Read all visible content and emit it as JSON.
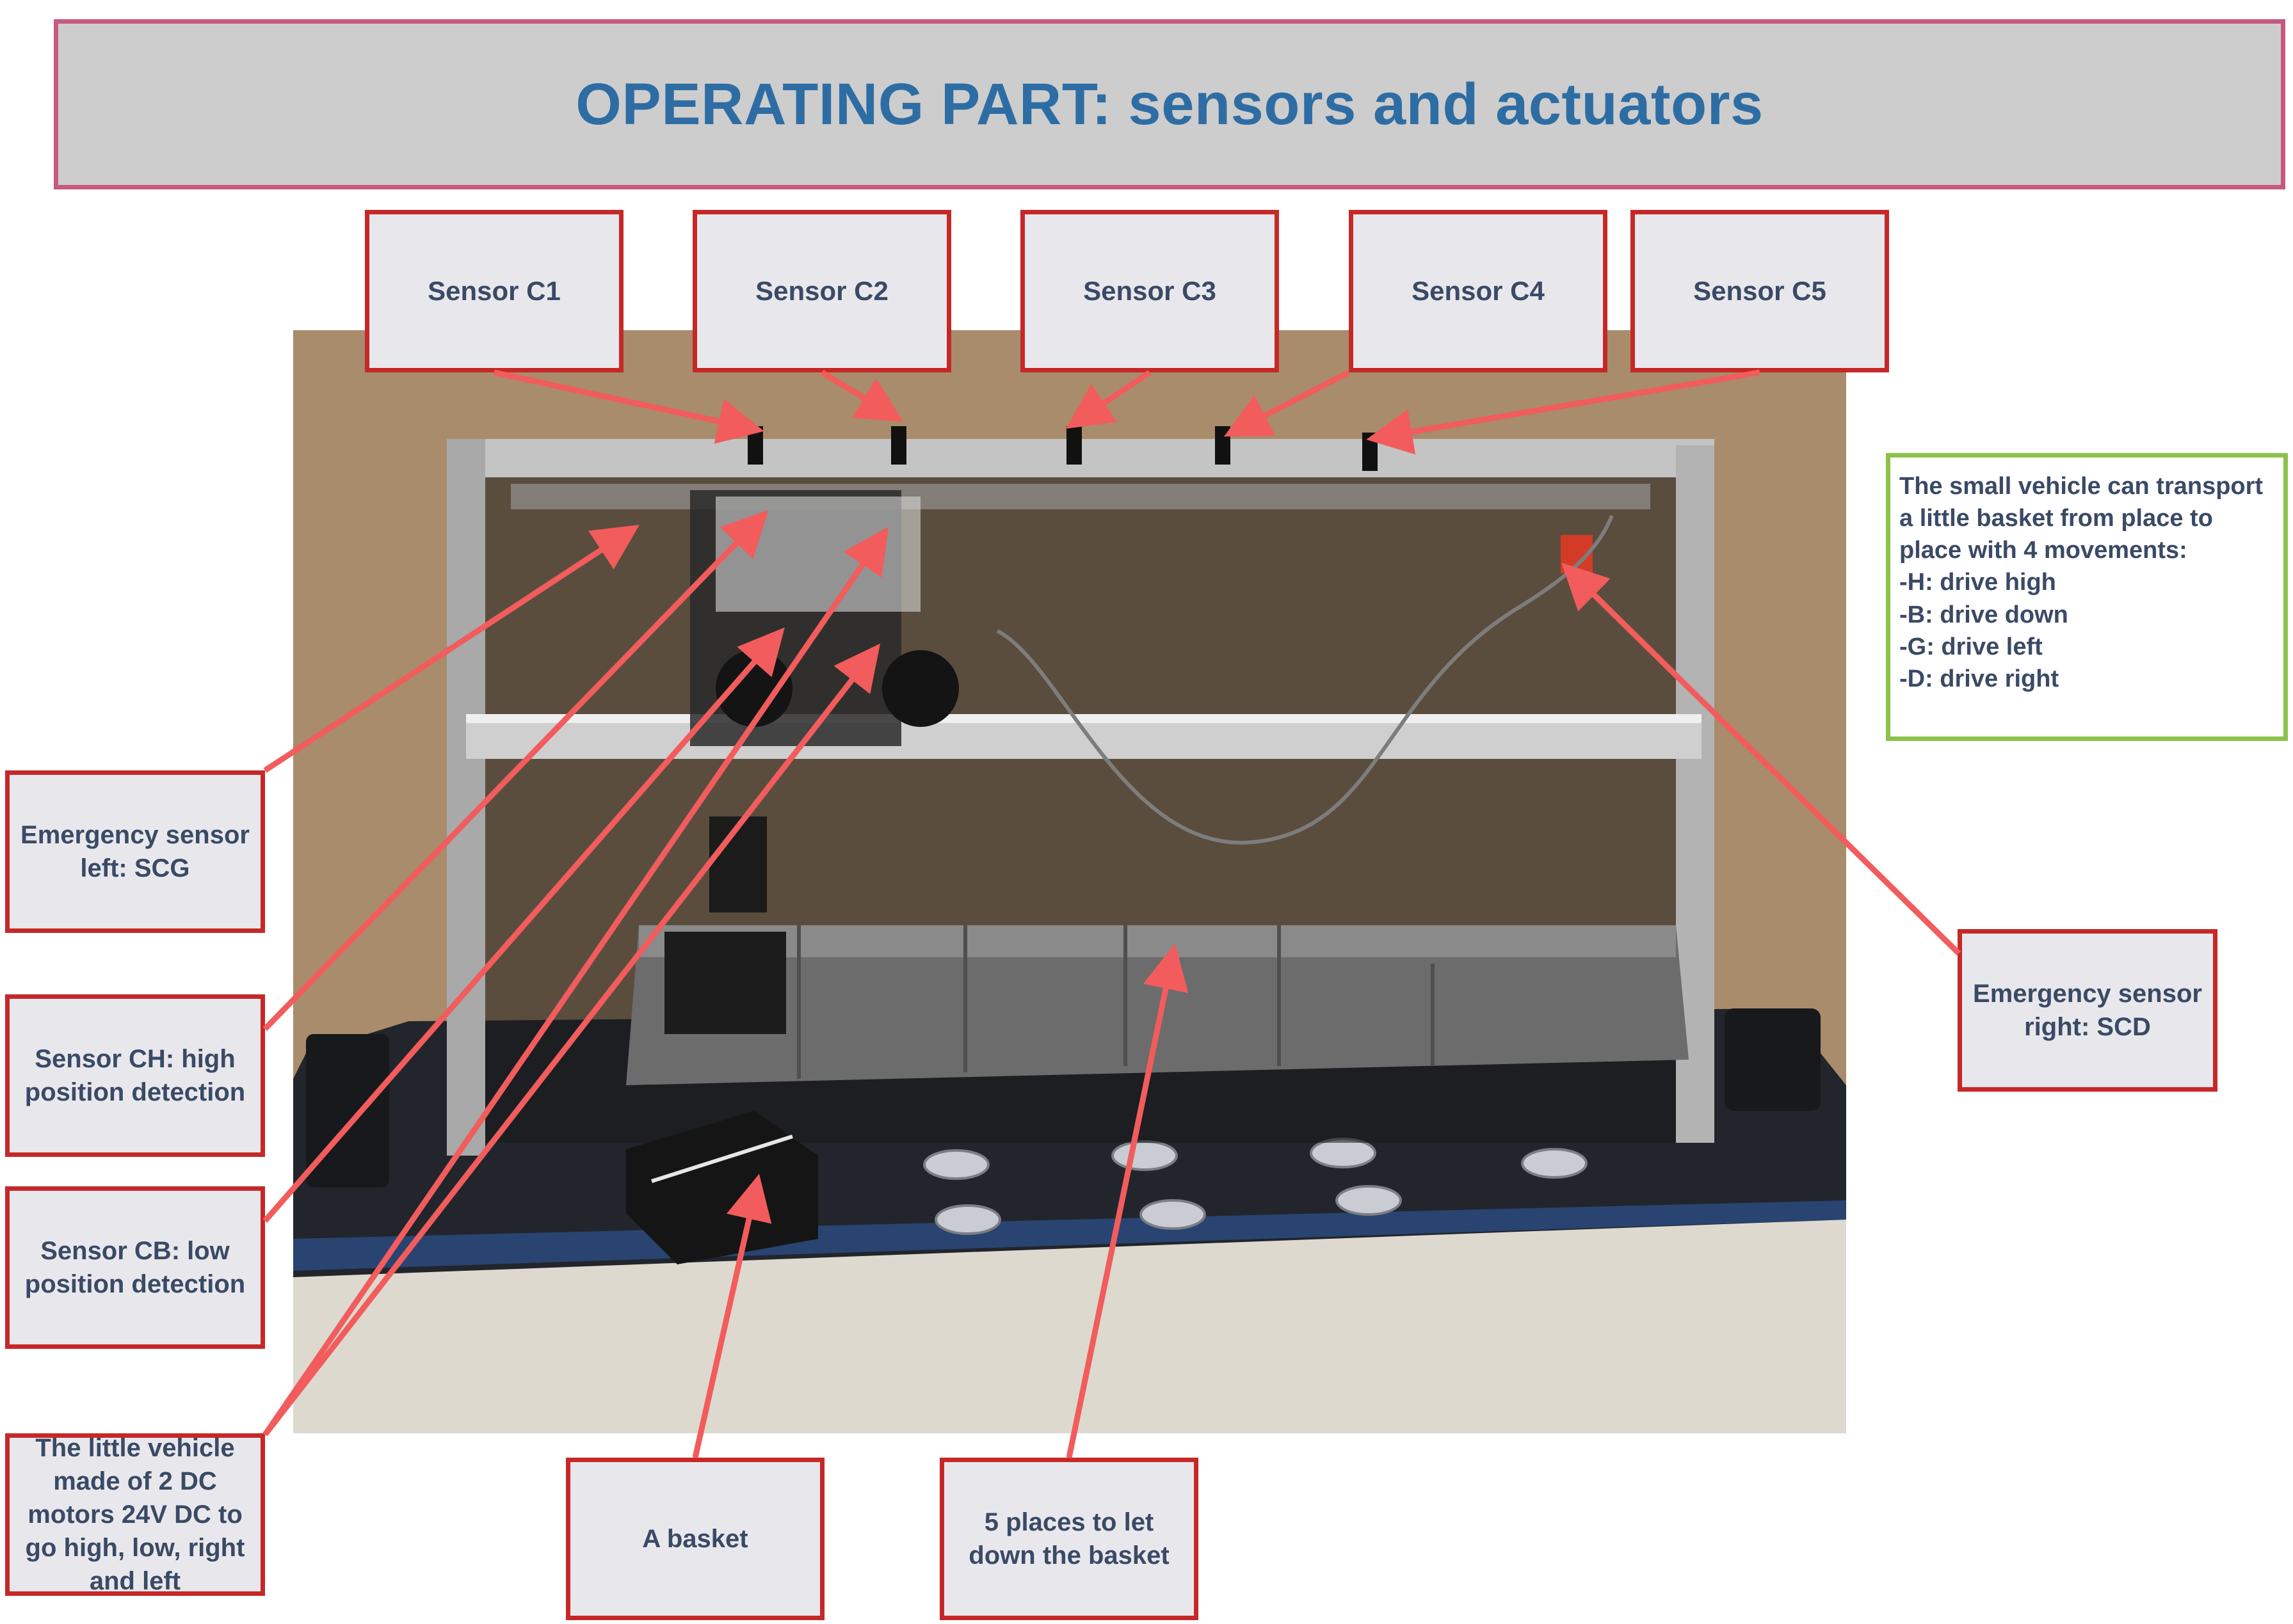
{
  "title": "OPERATING PART: sensors and actuators",
  "labels": {
    "c1": "Sensor C1",
    "c2": "Sensor C2",
    "c3": "Sensor C3",
    "c4": "Sensor C4",
    "c5": "Sensor C5",
    "scg": "Emergency sensor\nleft: SCG",
    "ch": "Sensor CH: high\nposition detection",
    "cb": "Sensor CB: low\nposition detection",
    "vehicle": "The little vehicle\nmade of 2 DC\nmotors 24V DC to\ngo high, low, right\nand left",
    "basket": "A basket",
    "places": "5 places to let\ndown the basket",
    "scd": "Emergency sensor\nright: SCD"
  },
  "info": {
    "intro": "The small vehicle can transport a little basket from place to place with 4 movements:",
    "movements": [
      "-H: drive high",
      "-B: drive down",
      "-G: drive left",
      "-D: drive right"
    ]
  },
  "colors": {
    "title_text": "#2e6da4",
    "title_border": "#c75a7e",
    "label_border": "#c62828",
    "info_border": "#8bc34a",
    "arrow": "#f25c5c"
  }
}
